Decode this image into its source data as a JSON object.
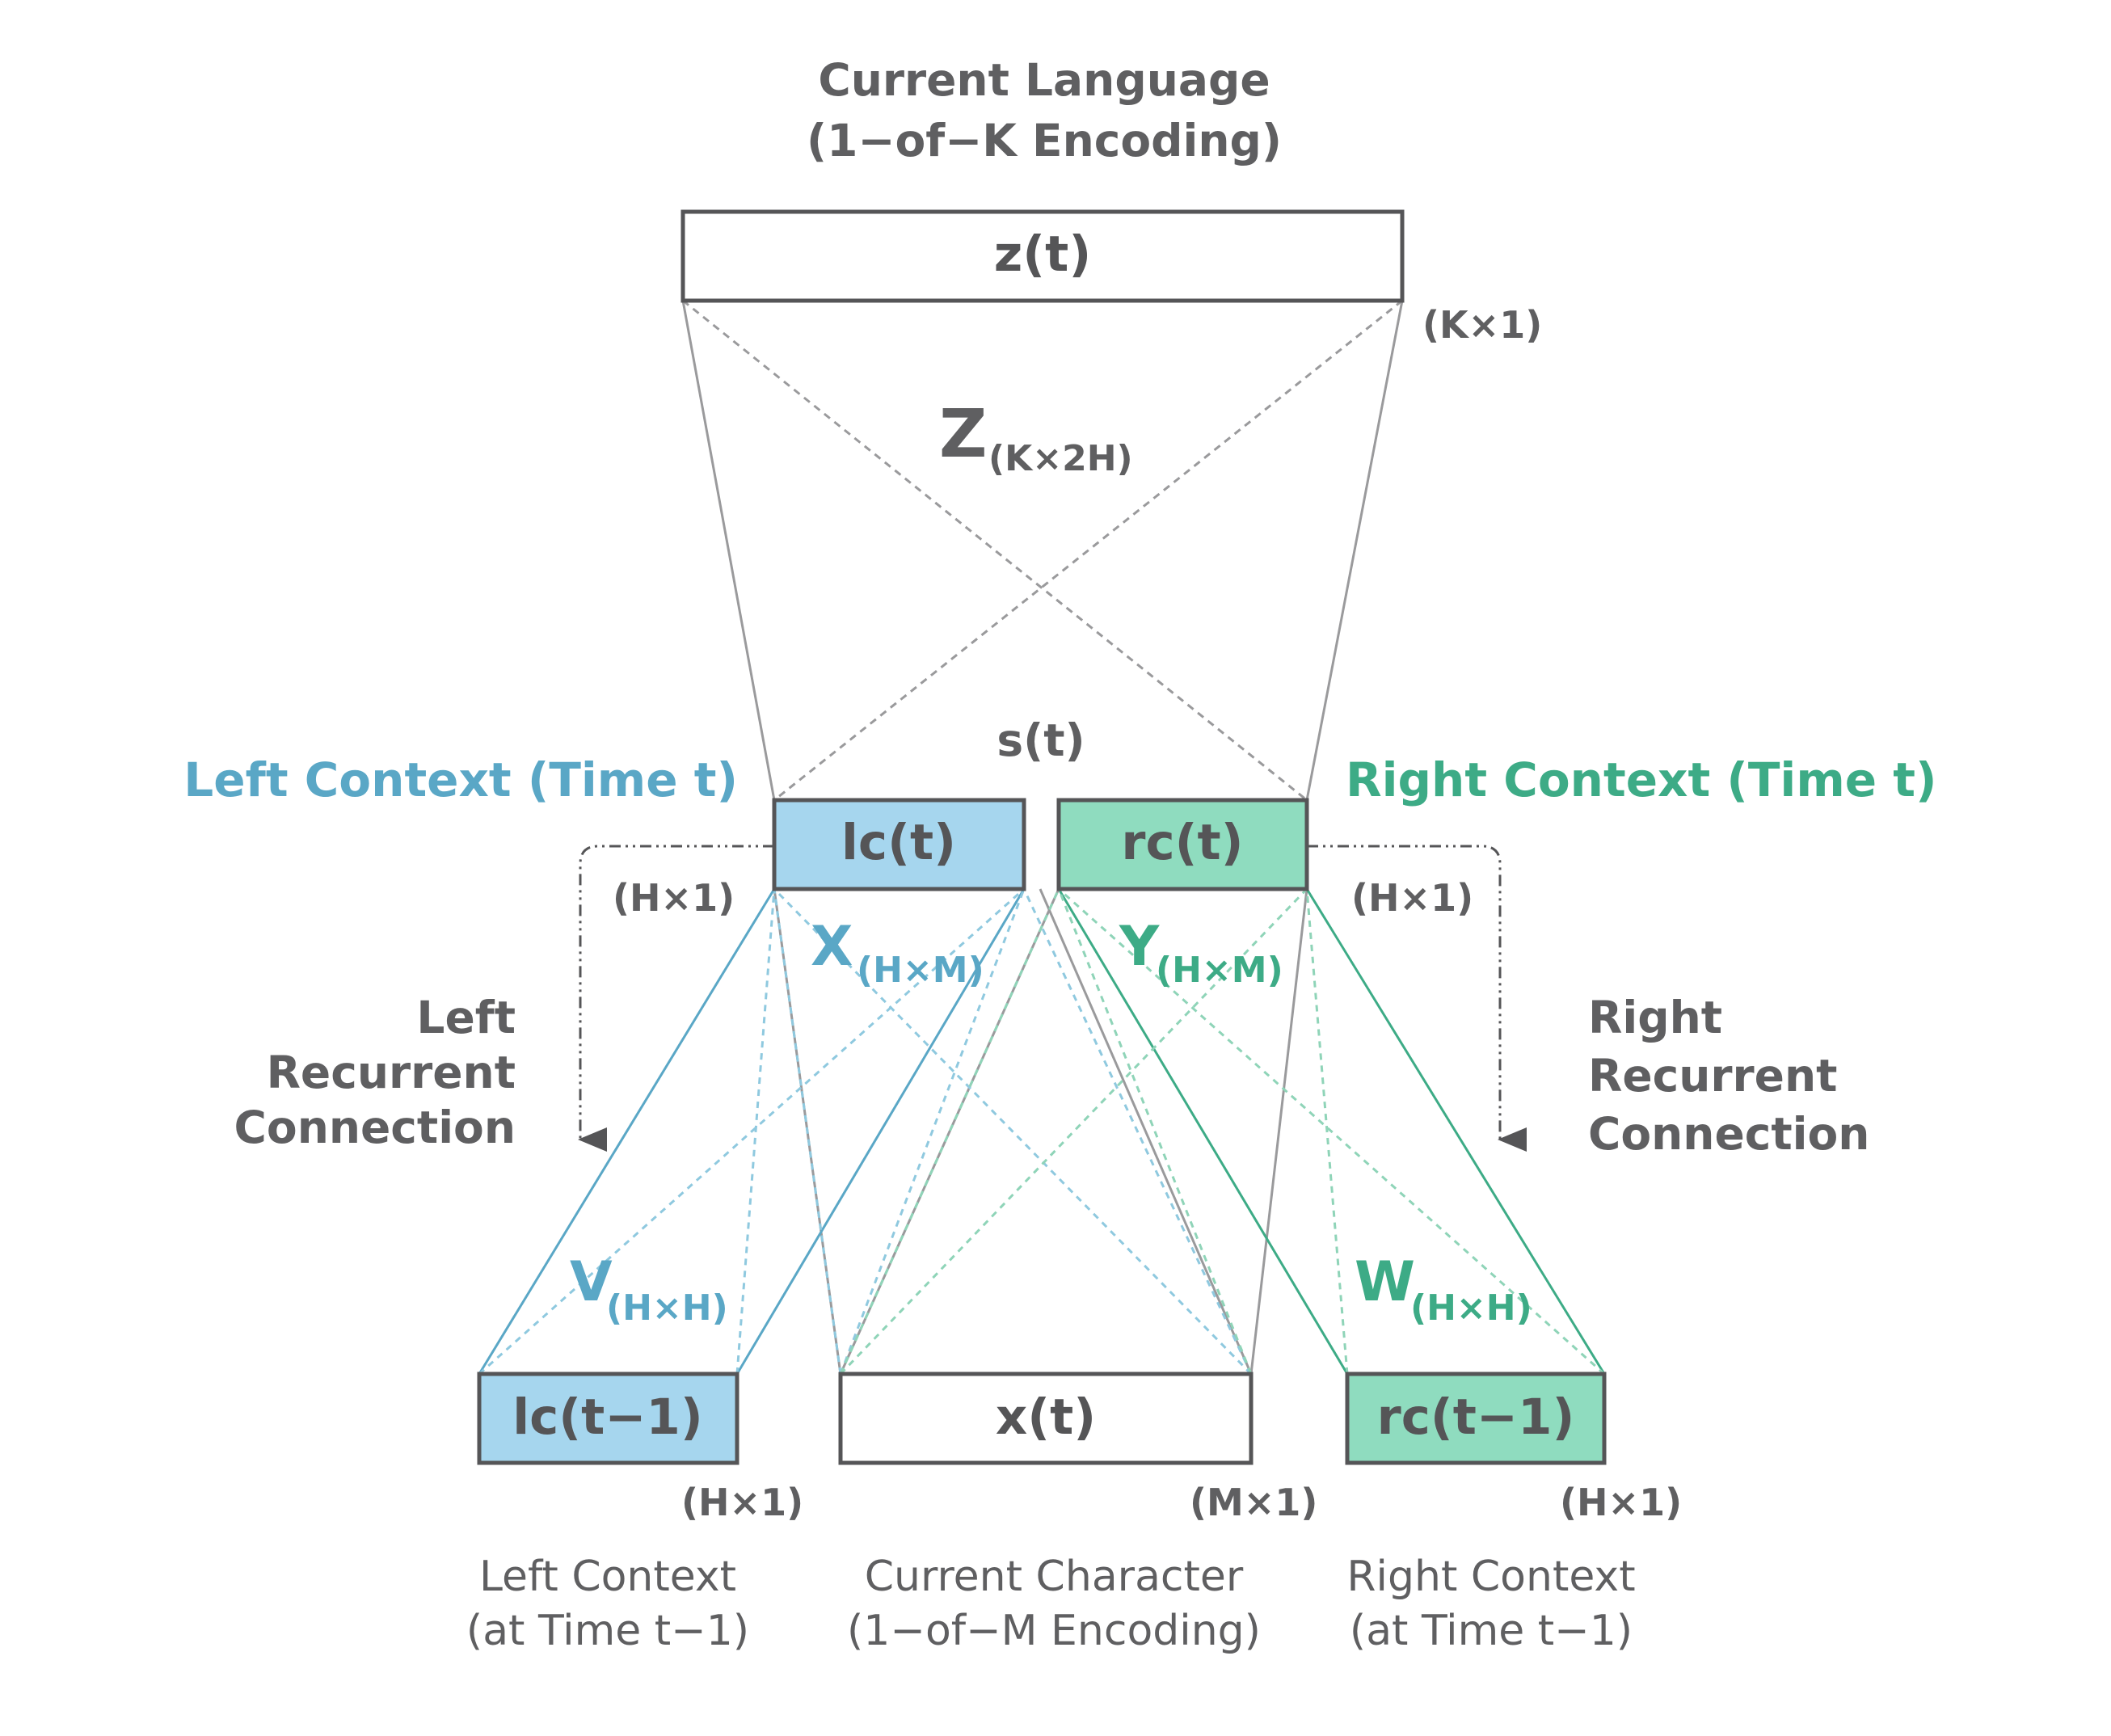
{
  "title": {
    "line1": "Current Language",
    "line2": "(1−of−K Encoding)"
  },
  "boxes": {
    "z": {
      "label": "z(t)",
      "dim": "(K×1)"
    },
    "s": {
      "label": "s(t)"
    },
    "lc": {
      "label": "lc(t)",
      "dim": "(H×1)"
    },
    "rc": {
      "label": "rc(t)",
      "dim": "(H×1)"
    },
    "lc_prev": {
      "label": "lc(t−1)",
      "dim": "(H×1)"
    },
    "x": {
      "label": "x(t)",
      "dim": "(M×1)"
    },
    "rc_prev": {
      "label": "rc(t−1)",
      "dim": "(H×1)"
    }
  },
  "weights": {
    "Z": {
      "symbol": "Z",
      "dim": "(K×2H)"
    },
    "X": {
      "symbol": "X",
      "dim": "(H×M)"
    },
    "Y": {
      "symbol": "Y",
      "dim": "(H×M)"
    },
    "V": {
      "symbol": "V",
      "dim": "(H×H)"
    },
    "W": {
      "symbol": "W",
      "dim": "(H×H)"
    }
  },
  "context_labels": {
    "left_time_t": "Left Context (Time t)",
    "right_time_t": "Right Context (Time t)"
  },
  "recurrent_labels": {
    "left": [
      "Left",
      "Recurrent",
      "Connection"
    ],
    "right": [
      "Right",
      "Recurrent",
      "Connection"
    ]
  },
  "bottom_captions": {
    "left": [
      "Left Context",
      "(at Time t−1)"
    ],
    "center": [
      "Current Character",
      "(1−of−M Encoding)"
    ],
    "right": [
      "Right Context",
      "(at Time t−1)"
    ]
  },
  "colors": {
    "gray": "#5f5f61",
    "blue": "#5aa7c6",
    "blue_fill": "#a6d6ee",
    "green": "#3dab86",
    "green_fill": "#8fdcbf"
  }
}
